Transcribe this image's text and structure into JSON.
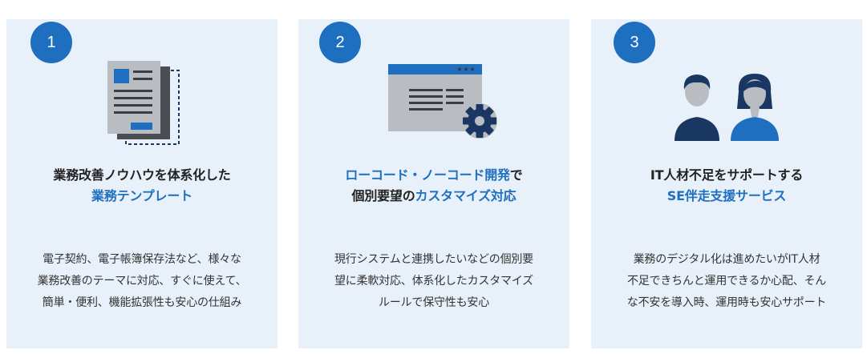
{
  "cards": [
    {
      "number": "1",
      "title_lines": [
        [
          {
            "text": "業務改善ノウハウを体系化した",
            "hl": false
          }
        ],
        [
          {
            "text": "業務テンプレート",
            "hl": true
          }
        ]
      ],
      "desc_lines": [
        "電子契約、電子帳簿保存法など、様々な",
        "業務改善のテーマに対応、すぐに使えて、",
        "簡単・便利、機能拡張性も安心の仕組み"
      ],
      "icon": "document-template-icon"
    },
    {
      "number": "2",
      "title_lines": [
        [
          {
            "text": "ローコード・ノーコード開発",
            "hl": true
          },
          {
            "text": "で",
            "hl": false
          }
        ],
        [
          {
            "text": "個別要望の",
            "hl": false
          },
          {
            "text": "カスタマイズ対応",
            "hl": true
          }
        ]
      ],
      "desc_lines": [
        "現行システムと連携したいなどの個別要",
        "望に柔軟対応、体系化したカスタマイズ",
        "ルールで保守性も安心"
      ],
      "icon": "browser-gear-icon"
    },
    {
      "number": "3",
      "title_lines": [
        [
          {
            "text": "IT人材不足をサポートする",
            "hl": false
          }
        ],
        [
          {
            "text": "SE伴走支援サービス",
            "hl": true
          }
        ]
      ],
      "desc_lines": [
        "業務のデジタル化は進めたいがIT人材",
        "不足できちんと運用できるか心配、そん",
        "な不安を導入時、運用時も安心サポート"
      ],
      "icon": "support-people-icon"
    }
  ],
  "colors": {
    "accent": "#1e6fbf",
    "card_bg": "#e8f0f9",
    "navy": "#1a3763",
    "gray": "#b9bcc0"
  }
}
